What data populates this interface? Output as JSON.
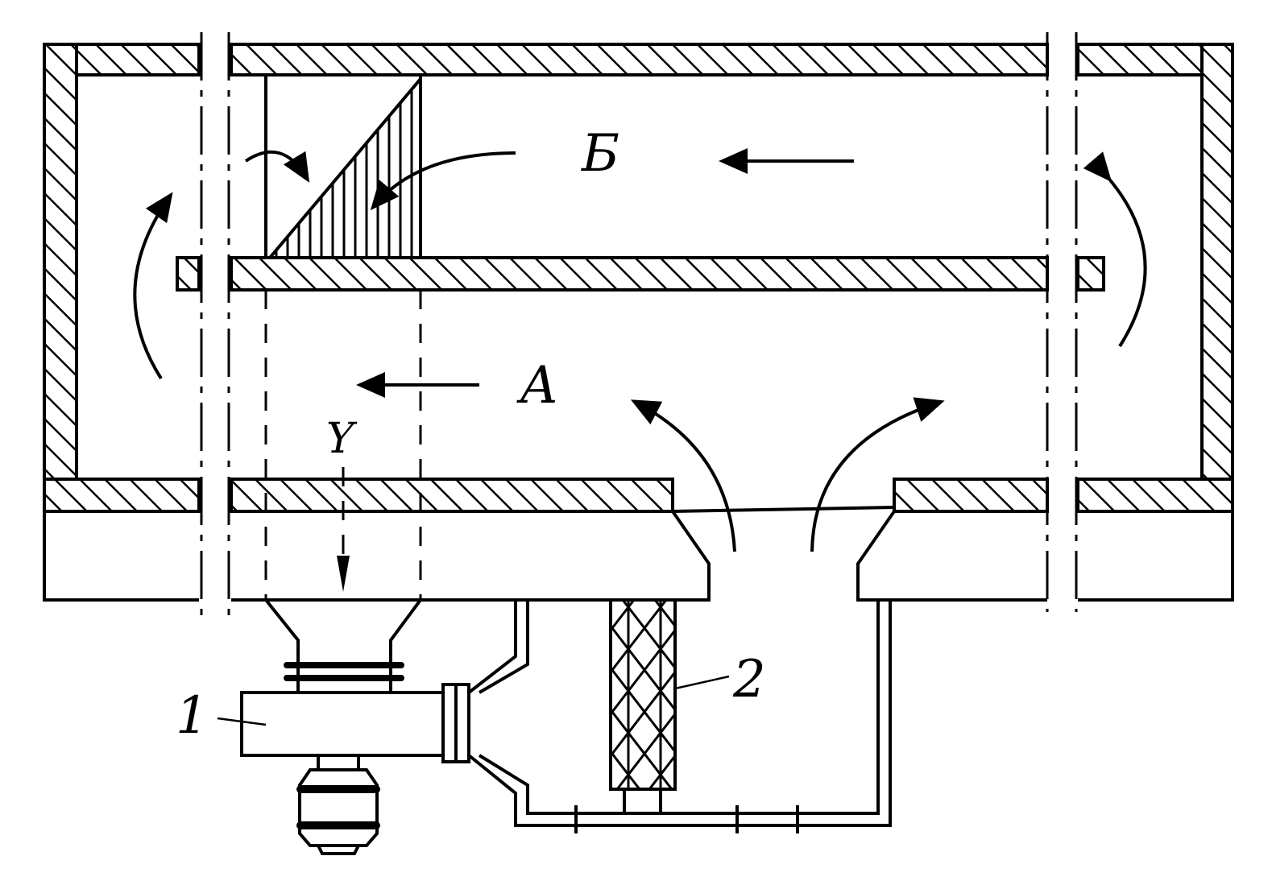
{
  "labels": {
    "zone_b": "Б",
    "zone_a": "А",
    "outlet": "Y",
    "fan": "1",
    "heater": "2"
  },
  "colors": {
    "ink": "#000000",
    "background": "#ffffff"
  }
}
